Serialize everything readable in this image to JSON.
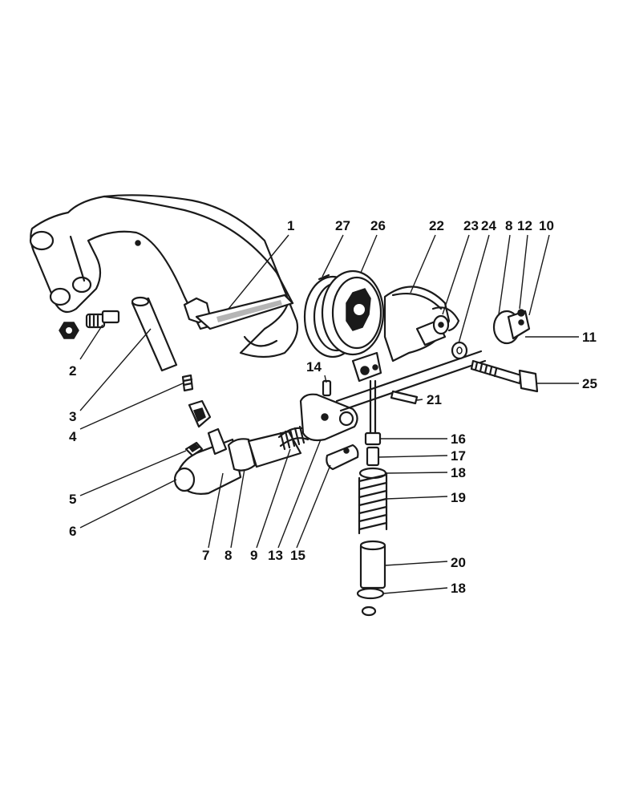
{
  "callouts": {
    "c1": "1",
    "c2": "2",
    "c3": "3",
    "c4": "4",
    "c5": "5",
    "c6": "6",
    "c7": "7",
    "c8a": "8",
    "c9": "9",
    "c13": "13",
    "c15": "15",
    "c14": "14",
    "c21": "21",
    "c16": "16",
    "c17": "17",
    "c18a": "18",
    "c19": "19",
    "c20": "20",
    "c18b": "18",
    "c25": "25",
    "c11": "11",
    "c27": "27",
    "c26": "26",
    "c22": "22",
    "c23": "23",
    "c24": "24",
    "c8b": "8",
    "c12": "12",
    "c10": "10"
  }
}
